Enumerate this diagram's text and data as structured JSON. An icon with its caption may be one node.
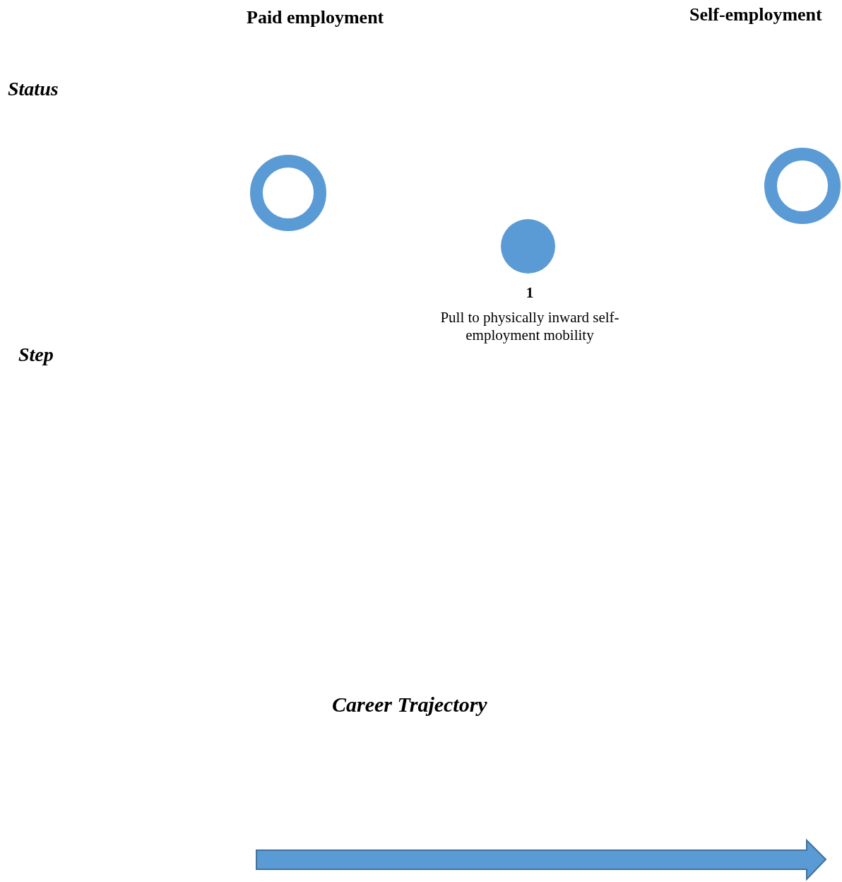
{
  "diagram": {
    "nodes": [
      {
        "text": [],
        "shape": "ring"
      },
      {
        "text": [],
        "shape": "circle",
        "beside": [
          "1",
          "Pull to physically inward self-employment mobility"
        ]
      },
      {
        "text": [],
        "shape": "ring"
      }
    ],
    "edges": [],
    "labels": [
      "Paid employment",
      "Self-employment",
      "Status",
      "Step",
      "Career Trajectory"
    ]
  }
}
